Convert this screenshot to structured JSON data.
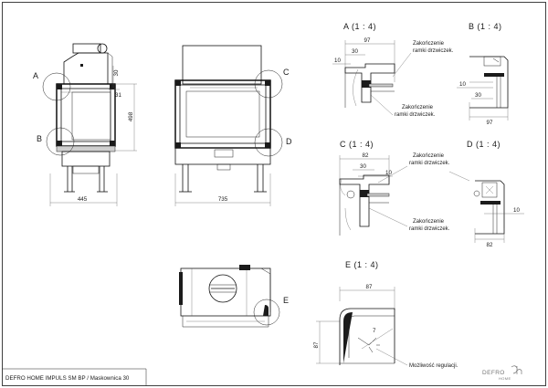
{
  "sheet": {
    "title_block": "DEFRO HOME IMPULS SM BP / Maskownica 30",
    "logo_text": "DEFRO",
    "logo_subtext": "HOME"
  },
  "views": {
    "front": {
      "callouts": [
        "A",
        "B"
      ],
      "dimensions": {
        "width": "445",
        "height": "498",
        "offset_top": "30",
        "offset_side": "31"
      }
    },
    "side": {
      "callouts": [
        "C",
        "D"
      ],
      "dimensions": {
        "width": "735"
      }
    },
    "top": {
      "callouts": [
        "E"
      ]
    }
  },
  "details": [
    {
      "id": "A",
      "title": "A (1 : 4)",
      "dimensions": [
        "97",
        "30",
        "10"
      ],
      "note": [
        "Zakończenie",
        "ramki drzwiczek."
      ]
    },
    {
      "id": "B",
      "title": "B (1 : 4)",
      "dimensions": [
        "10",
        "30",
        "97"
      ],
      "note": [
        "Zakończenie",
        "ramki drzwiczek."
      ]
    },
    {
      "id": "C",
      "title": "C (1 : 4)",
      "dimensions": [
        "82",
        "30",
        "10"
      ],
      "note": [
        "Zakończenie",
        "ramki drzwiczek."
      ]
    },
    {
      "id": "D",
      "title": "D (1 : 4)",
      "dimensions": [
        "10",
        "82"
      ],
      "note": [
        "Zakończenie",
        "ramki drzwiczek."
      ]
    },
    {
      "id": "E",
      "title": "E (1 : 4)",
      "dimensions": [
        "87",
        "87",
        "7"
      ],
      "note": [
        "Możliwość regulacji."
      ]
    }
  ]
}
